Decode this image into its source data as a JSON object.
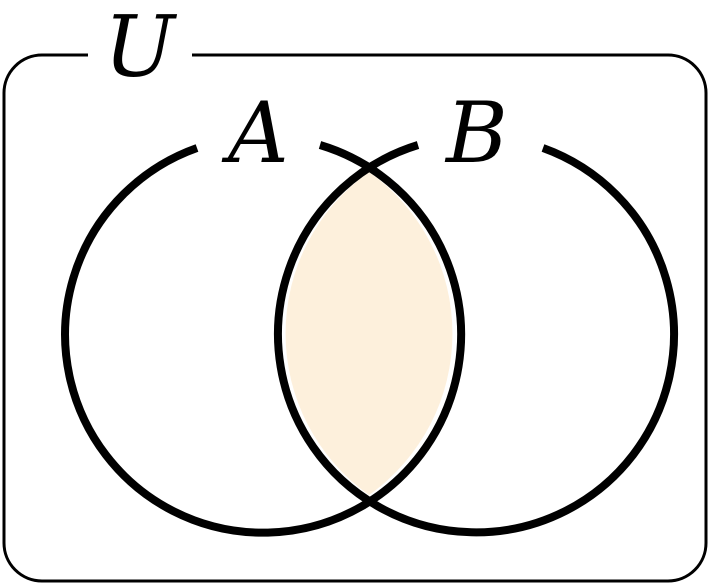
{
  "diagram": {
    "universe_label": "U",
    "set_a_label": "A",
    "set_b_label": "B"
  },
  "colors": {
    "stroke": "#000000",
    "intersection_fill": "#FDF0DC",
    "background": "#FFFFFF"
  }
}
